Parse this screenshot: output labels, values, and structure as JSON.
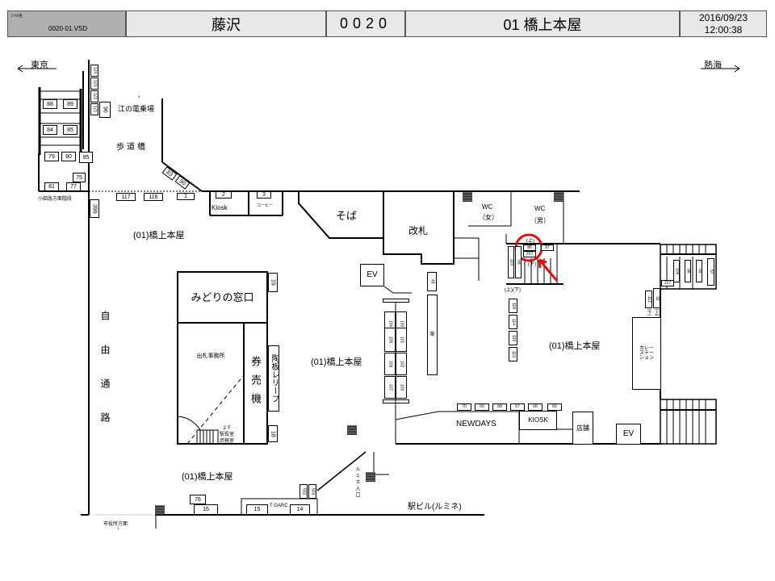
{
  "header": {
    "file_label": "ﾌｧｲﾙ名",
    "file_name": "0020-01.VSD",
    "station": "藤沢",
    "code": "0020",
    "area": "01 橋上本屋",
    "date": "2016/09/23",
    "time": "12:00:38"
  },
  "directions": {
    "left": "東京",
    "right": "熱海",
    "enoden": "江の電乗場",
    "city_hall": "市役所方面"
  },
  "areas": {
    "footbridge": "歩道橋",
    "odakyu_stairs": "小田急方面階段",
    "soba": "そば",
    "gate": "改札",
    "wc_f": "WC",
    "wc_f_sub": "（女）",
    "wc_m": "WC",
    "wc_m_sub": "（男）",
    "main1": "(01)橋上本屋",
    "main2": "(01)橋上本屋",
    "main3": "(01)橋上本屋",
    "main4": "(01)橋上本屋",
    "midori": "みどりの窓口",
    "office": "出札事務所",
    "ticket_machine": "券売機",
    "relief": "陶板レリーフ",
    "office2f_1": "２Ｆ",
    "office2f_2": "駅長室",
    "office2f_3": "庶務室",
    "free_passage": "自由通路",
    "kiosk_small": "Kiosk",
    "coffee": "コーヒー",
    "ev1": "EV",
    "ev2": "EV",
    "board": "案",
    "newdays": "NEWDAYS",
    "kiosk": "KIOSK",
    "shop": "店舗",
    "curry": "カレーステーション",
    "lumine_entrance": "ルミネ入口",
    "station_bldg": "駅ビル(ルミネ)",
    "t_garden": "T GARC",
    "stair_up": "(上)",
    "stair_down": "(下)",
    "stair_updown": "(上)(下)",
    "stair_down2": "(下)",
    "stair_up2": "(上)"
  },
  "markers": [
    "124",
    "123",
    "122",
    "121",
    "96",
    "88",
    "89",
    "84",
    "85",
    "79",
    "80",
    "95",
    "75",
    "81",
    "77",
    "399",
    "117",
    "116",
    "1",
    "83",
    "90",
    "2",
    "3",
    "45",
    "104",
    "100",
    "105",
    "101",
    "106",
    "102",
    "107",
    "103",
    "70",
    "69",
    "68",
    "67",
    "66",
    "65",
    "119",
    "58",
    "86",
    "207",
    "87",
    "118",
    "114",
    "120",
    "113",
    "109",
    "88",
    "94",
    "57",
    "217",
    "112",
    "32",
    "19",
    "18",
    "76",
    "16",
    "15",
    "14",
    "502",
    "503"
  ],
  "colors": {
    "highlight": "#e01010",
    "header_dark": "#b0b0b0"
  }
}
